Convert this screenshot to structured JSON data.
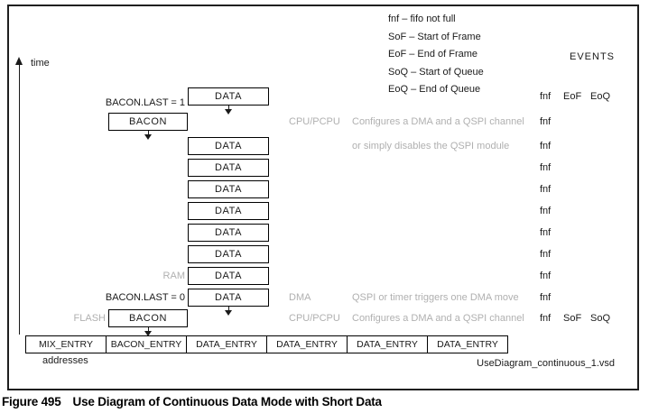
{
  "legend": {
    "items": [
      "fnf – fifo not full",
      "SoF – Start of Frame",
      "EoF – End of Frame",
      "SoQ – Start of Queue",
      "EoQ – End of Queue"
    ],
    "events_header": "EVENTS"
  },
  "time_axis": {
    "label": "time"
  },
  "colors": {
    "annotation_gray": "#b0b0b0",
    "ink_black": "#1a1a1a"
  },
  "diagram": {
    "rows": [
      {
        "box": "DATA",
        "kind": "data",
        "left_label": "BACON.LAST = 1",
        "left_color": "black",
        "arrow": true,
        "events": [
          "fnf",
          "EoF",
          "EoQ"
        ]
      },
      {
        "box": "BACON",
        "kind": "bacon",
        "actor": "CPU/PCPU",
        "note": "Configures a DMA and a QSPI channel",
        "arrow": true,
        "events": [
          "fnf"
        ]
      },
      {
        "box": "DATA",
        "kind": "data",
        "note": "or simply disables the QSPI module",
        "events": [
          "fnf"
        ]
      },
      {
        "box": "DATA",
        "kind": "data",
        "events": [
          "fnf"
        ]
      },
      {
        "box": "DATA",
        "kind": "data",
        "events": [
          "fnf"
        ]
      },
      {
        "box": "DATA",
        "kind": "data",
        "events": [
          "fnf"
        ]
      },
      {
        "box": "DATA",
        "kind": "data",
        "events": [
          "fnf"
        ]
      },
      {
        "box": "DATA",
        "kind": "data",
        "events": [
          "fnf"
        ]
      },
      {
        "box": "DATA",
        "kind": "data",
        "left_label": "RAM",
        "left_color": "gray",
        "events": [
          "fnf"
        ]
      },
      {
        "box": "DATA",
        "kind": "data",
        "left_label": "BACON.LAST = 0",
        "left_color": "black",
        "arrow": true,
        "actor": "DMA",
        "note": "QSPI or timer triggers one DMA move",
        "events": [
          "fnf"
        ]
      },
      {
        "box": "BACON",
        "kind": "bacon",
        "left_label": "FLASH",
        "left_color": "gray",
        "arrow": true,
        "actor": "CPU/PCPU",
        "note": "Configures a DMA and a QSPI channel",
        "events": [
          "fnf",
          "SoF",
          "SoQ"
        ]
      }
    ],
    "address_row": {
      "cells": [
        "MIX_ENTRY",
        "BACON_ENTRY",
        "DATA_ENTRY",
        "DATA_ENTRY",
        "DATA_ENTRY",
        "DATA_ENTRY"
      ],
      "label": "addresses"
    },
    "file_label": "UseDiagram_continuous_1.vsd"
  },
  "caption": {
    "figure_label": "Figure 495",
    "title": "Use Diagram of Continuous Data Mode with Short Data"
  }
}
